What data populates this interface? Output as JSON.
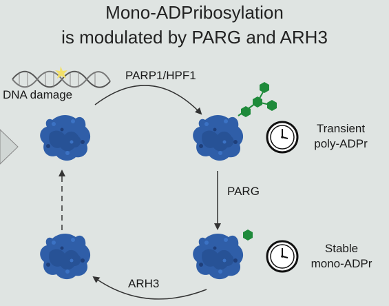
{
  "title": {
    "line1": "Mono-ADPribosylation",
    "line2": "is modulated by PARG and ARH3"
  },
  "labels": {
    "dna_damage": "DNA damage",
    "parp1_hpf1": "PARP1/HPF1",
    "parg": "PARG",
    "arh3": "ARH3",
    "transient_line1": "Transient",
    "transient_line2": "poly-ADPr",
    "stable_line1": "Stable",
    "stable_line2": "mono-ADPr"
  },
  "colors": {
    "background": "#dfe4e2",
    "protein": "#2f5ea8",
    "protein_dark": "#1f3f7a",
    "adpr_green": "#1e8a3a",
    "dna": "#555555",
    "damage_spark": "#f2e06a",
    "arrow": "#333333"
  },
  "icons": [
    "protein-structure-icon",
    "clock-icon",
    "dna-helix-icon",
    "adp-ribose-hexagon-icon"
  ]
}
